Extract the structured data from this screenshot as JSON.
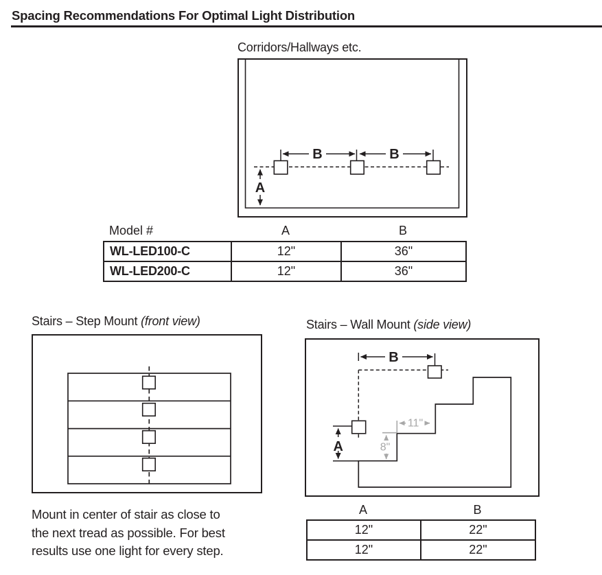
{
  "page": {
    "title": "Spacing Recommendations For Optimal Light Distribution"
  },
  "corridor": {
    "caption": "Corridors/Hallways etc.",
    "dim_a": "A",
    "dim_b": "B"
  },
  "model_table": {
    "headers": {
      "model": "Model #",
      "a": "A",
      "b": "B"
    },
    "rows": [
      {
        "model": "WL-LED100-C",
        "a": "12\"",
        "b": "36\""
      },
      {
        "model": "WL-LED200-C",
        "a": "12\"",
        "b": "36\""
      }
    ]
  },
  "step_mount": {
    "caption": "Stairs – Step Mount ",
    "caption_suffix": "(front view)",
    "note_lines": [
      "Mount in center of stair as close to",
      "the next tread as possible. For best",
      "results use one light for every step."
    ]
  },
  "wall_mount": {
    "caption": "Stairs – Wall Mount ",
    "caption_suffix": "(side view)",
    "dim_a": "A",
    "dim_b": "B",
    "tread_depth": "11\"",
    "riser_height": "8\""
  },
  "spacing_table": {
    "headers": {
      "a": "A",
      "b": "B"
    },
    "rows": [
      {
        "a": "12\"",
        "b": "22\""
      },
      {
        "a": "12\"",
        "b": "22\""
      }
    ]
  },
  "colors": {
    "ink": "#231f20",
    "dim_gray": "#a8a8a8"
  }
}
